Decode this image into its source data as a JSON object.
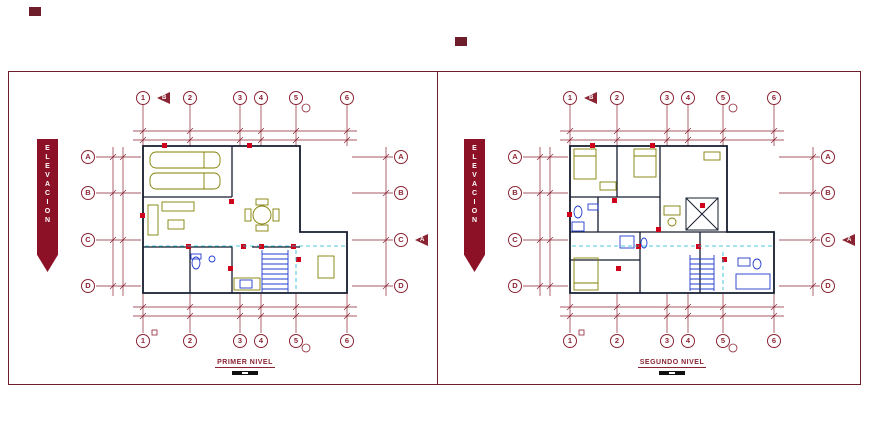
{
  "colors": {
    "annotation_maroon": "#8a2433",
    "frame_maroon": "#6e1d2a",
    "wall_dark": "#141c2e",
    "furniture_olive": "#7f7f00",
    "fixture_blue": "#1f3bcc",
    "door_red": "#d0021b",
    "utility_cyan": "#19b8d8"
  },
  "panels": [
    {
      "title": "PRIMER NIVEL",
      "elevation_label": "ELEVACION",
      "section_marker_top": "B",
      "section_marker_side": "A",
      "col_labels": [
        "1",
        "2",
        "3",
        "4",
        "5",
        "6"
      ],
      "row_labels": [
        "A",
        "B",
        "C",
        "D"
      ]
    },
    {
      "title": "SEGUNDO NIVEL",
      "elevation_label": "ELEVACION",
      "section_marker_top": "B",
      "section_marker_side": "A",
      "col_labels": [
        "1",
        "2",
        "3",
        "4",
        "5",
        "6"
      ],
      "row_labels": [
        "A",
        "B",
        "C",
        "D"
      ]
    }
  ]
}
